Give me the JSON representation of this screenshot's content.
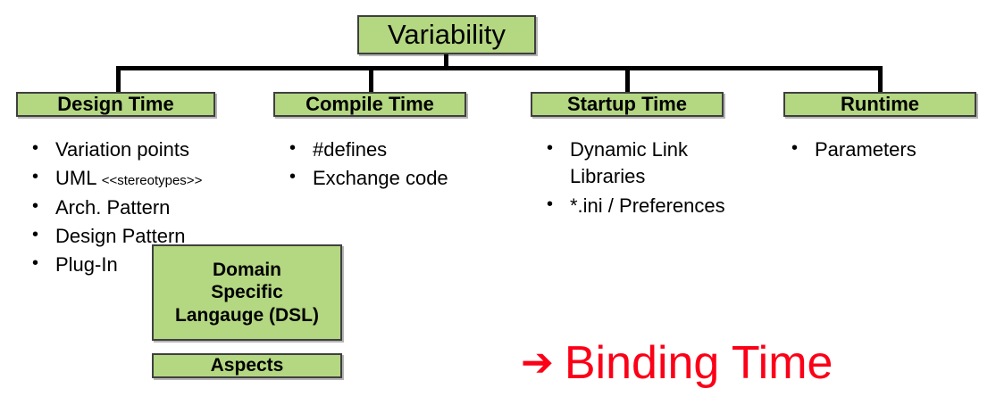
{
  "diagram": {
    "title": "Variability",
    "colors": {
      "box_fill": "#b4d781",
      "box_border": "#3f3f3f",
      "connector": "#000000",
      "callout_red": "#fb0017",
      "text": "#000000"
    },
    "root": {
      "label": "Variability"
    },
    "categories": [
      {
        "label": "Design Time",
        "items": [
          {
            "text": "Variation points",
            "tag": ""
          },
          {
            "text": "UML ",
            "tag": "<<stereotypes>>"
          },
          {
            "text": "Arch. Pattern",
            "tag": ""
          },
          {
            "text": "Design Pattern",
            "tag": ""
          },
          {
            "text": "Plug-In",
            "tag": ""
          }
        ]
      },
      {
        "label": "Compile Time",
        "items": [
          {
            "text": "#defines",
            "tag": ""
          },
          {
            "text": "Exchange code",
            "tag": ""
          }
        ]
      },
      {
        "label": "Startup Time",
        "items": [
          {
            "text": "Dynamic Link Libraries",
            "tag": ""
          },
          {
            "text": "*.ini / Preferences",
            "tag": ""
          }
        ]
      },
      {
        "label": "Runtime",
        "items": [
          {
            "text": "Parameters",
            "tag": ""
          }
        ]
      }
    ],
    "notes": [
      {
        "label": "Domain\nSpecific\nLangauge (DSL)"
      },
      {
        "label": "Aspects"
      }
    ],
    "note_dsl_line1": "Domain",
    "note_dsl_line2": "Specific",
    "note_dsl_line3": "Langauge (DSL)",
    "note_aspects": "Aspects",
    "callout": {
      "arrow": "➔",
      "text": "Binding Time"
    },
    "bullet_glyph": "•"
  }
}
